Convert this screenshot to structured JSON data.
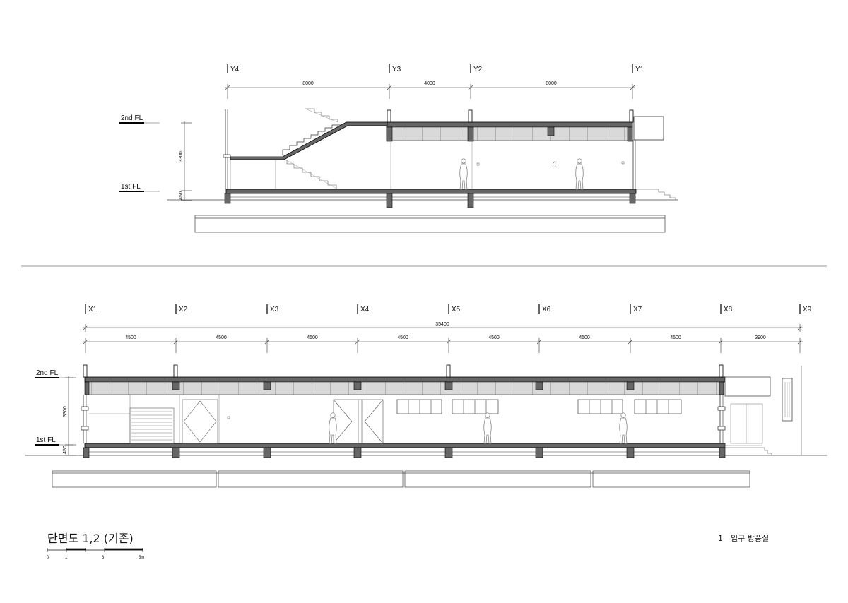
{
  "section1": {
    "grid_labels": [
      "Y4",
      "Y3",
      "Y2",
      "Y1"
    ],
    "dimensions": [
      "8000",
      "4000",
      "8000"
    ],
    "floor_labels": [
      "2nd FL",
      "1st FL"
    ],
    "height_dims": [
      "3300",
      "450"
    ],
    "room_number": "1"
  },
  "section2": {
    "grid_labels": [
      "X1",
      "X2",
      "X3",
      "X4",
      "X5",
      "X6",
      "X7",
      "X8",
      "X9"
    ],
    "total_dimension": "35400",
    "dimensions": [
      "4500",
      "4500",
      "4500",
      "4500",
      "4500",
      "4500",
      "4500",
      "3900"
    ],
    "floor_labels": [
      "2nd FL",
      "1st FL"
    ],
    "height_dims": [
      "3300",
      "450"
    ]
  },
  "title": "단면도 1,2 (기존)",
  "scale_labels": [
    "0",
    "1",
    "3",
    "5m"
  ],
  "legend": {
    "number": "1",
    "text": "입구 방풍실"
  }
}
